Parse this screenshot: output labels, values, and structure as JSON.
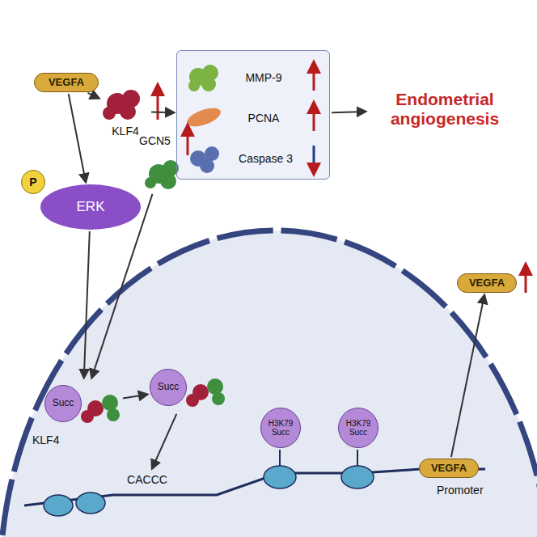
{
  "diagram": {
    "nodes": [
      {
        "text": [
          "VEGFA"
        ]
      },
      {
        "text": [
          "KLF4"
        ]
      },
      {
        "text": []
      },
      {
        "text": [
          "MMP-9"
        ],
        "in": 2
      },
      {
        "text": [
          "PCNA"
        ],
        "in": 2
      },
      {
        "text": [
          "Caspase 3"
        ],
        "in": 2
      },
      {
        "text": [
          "Endometrial angiogenesis"
        ]
      },
      {
        "text": [
          "P"
        ]
      },
      {
        "text": [
          "ERK"
        ]
      },
      {
        "text": [
          "GCN5"
        ]
      },
      {
        "text": [
          "Succ"
        ]
      },
      {
        "text": [
          "Succ"
        ]
      },
      {
        "text": [
          "CACCC"
        ]
      },
      {
        "text": [
          "H3K79 Succ"
        ]
      },
      {
        "text": [
          "H3K79 Succ"
        ]
      },
      {
        "text": [
          "VEGFA"
        ]
      },
      {
        "text": [
          "VEGFA"
        ]
      }
    ],
    "edges": [
      {
        "from": 0,
        "to": 1,
        "arrow": "to"
      },
      {
        "from": 0,
        "to": 8,
        "arrow": "to"
      },
      {
        "from": 1,
        "to": 2,
        "arrow": "to"
      },
      {
        "from": 2,
        "to": 6,
        "arrow": "to"
      },
      {
        "from": 8,
        "to": 10,
        "arrow": "to"
      },
      {
        "from": 9,
        "to": 10,
        "arrow": "to"
      },
      {
        "from": 10,
        "to": 11,
        "arrow": "to"
      },
      {
        "from": 11,
        "to": 12,
        "arrow": "to"
      },
      {
        "from": 15,
        "to": 16,
        "arrow": "to"
      }
    ],
    "labels": [
      "KLF4",
      "Promoter"
    ]
  }
}
